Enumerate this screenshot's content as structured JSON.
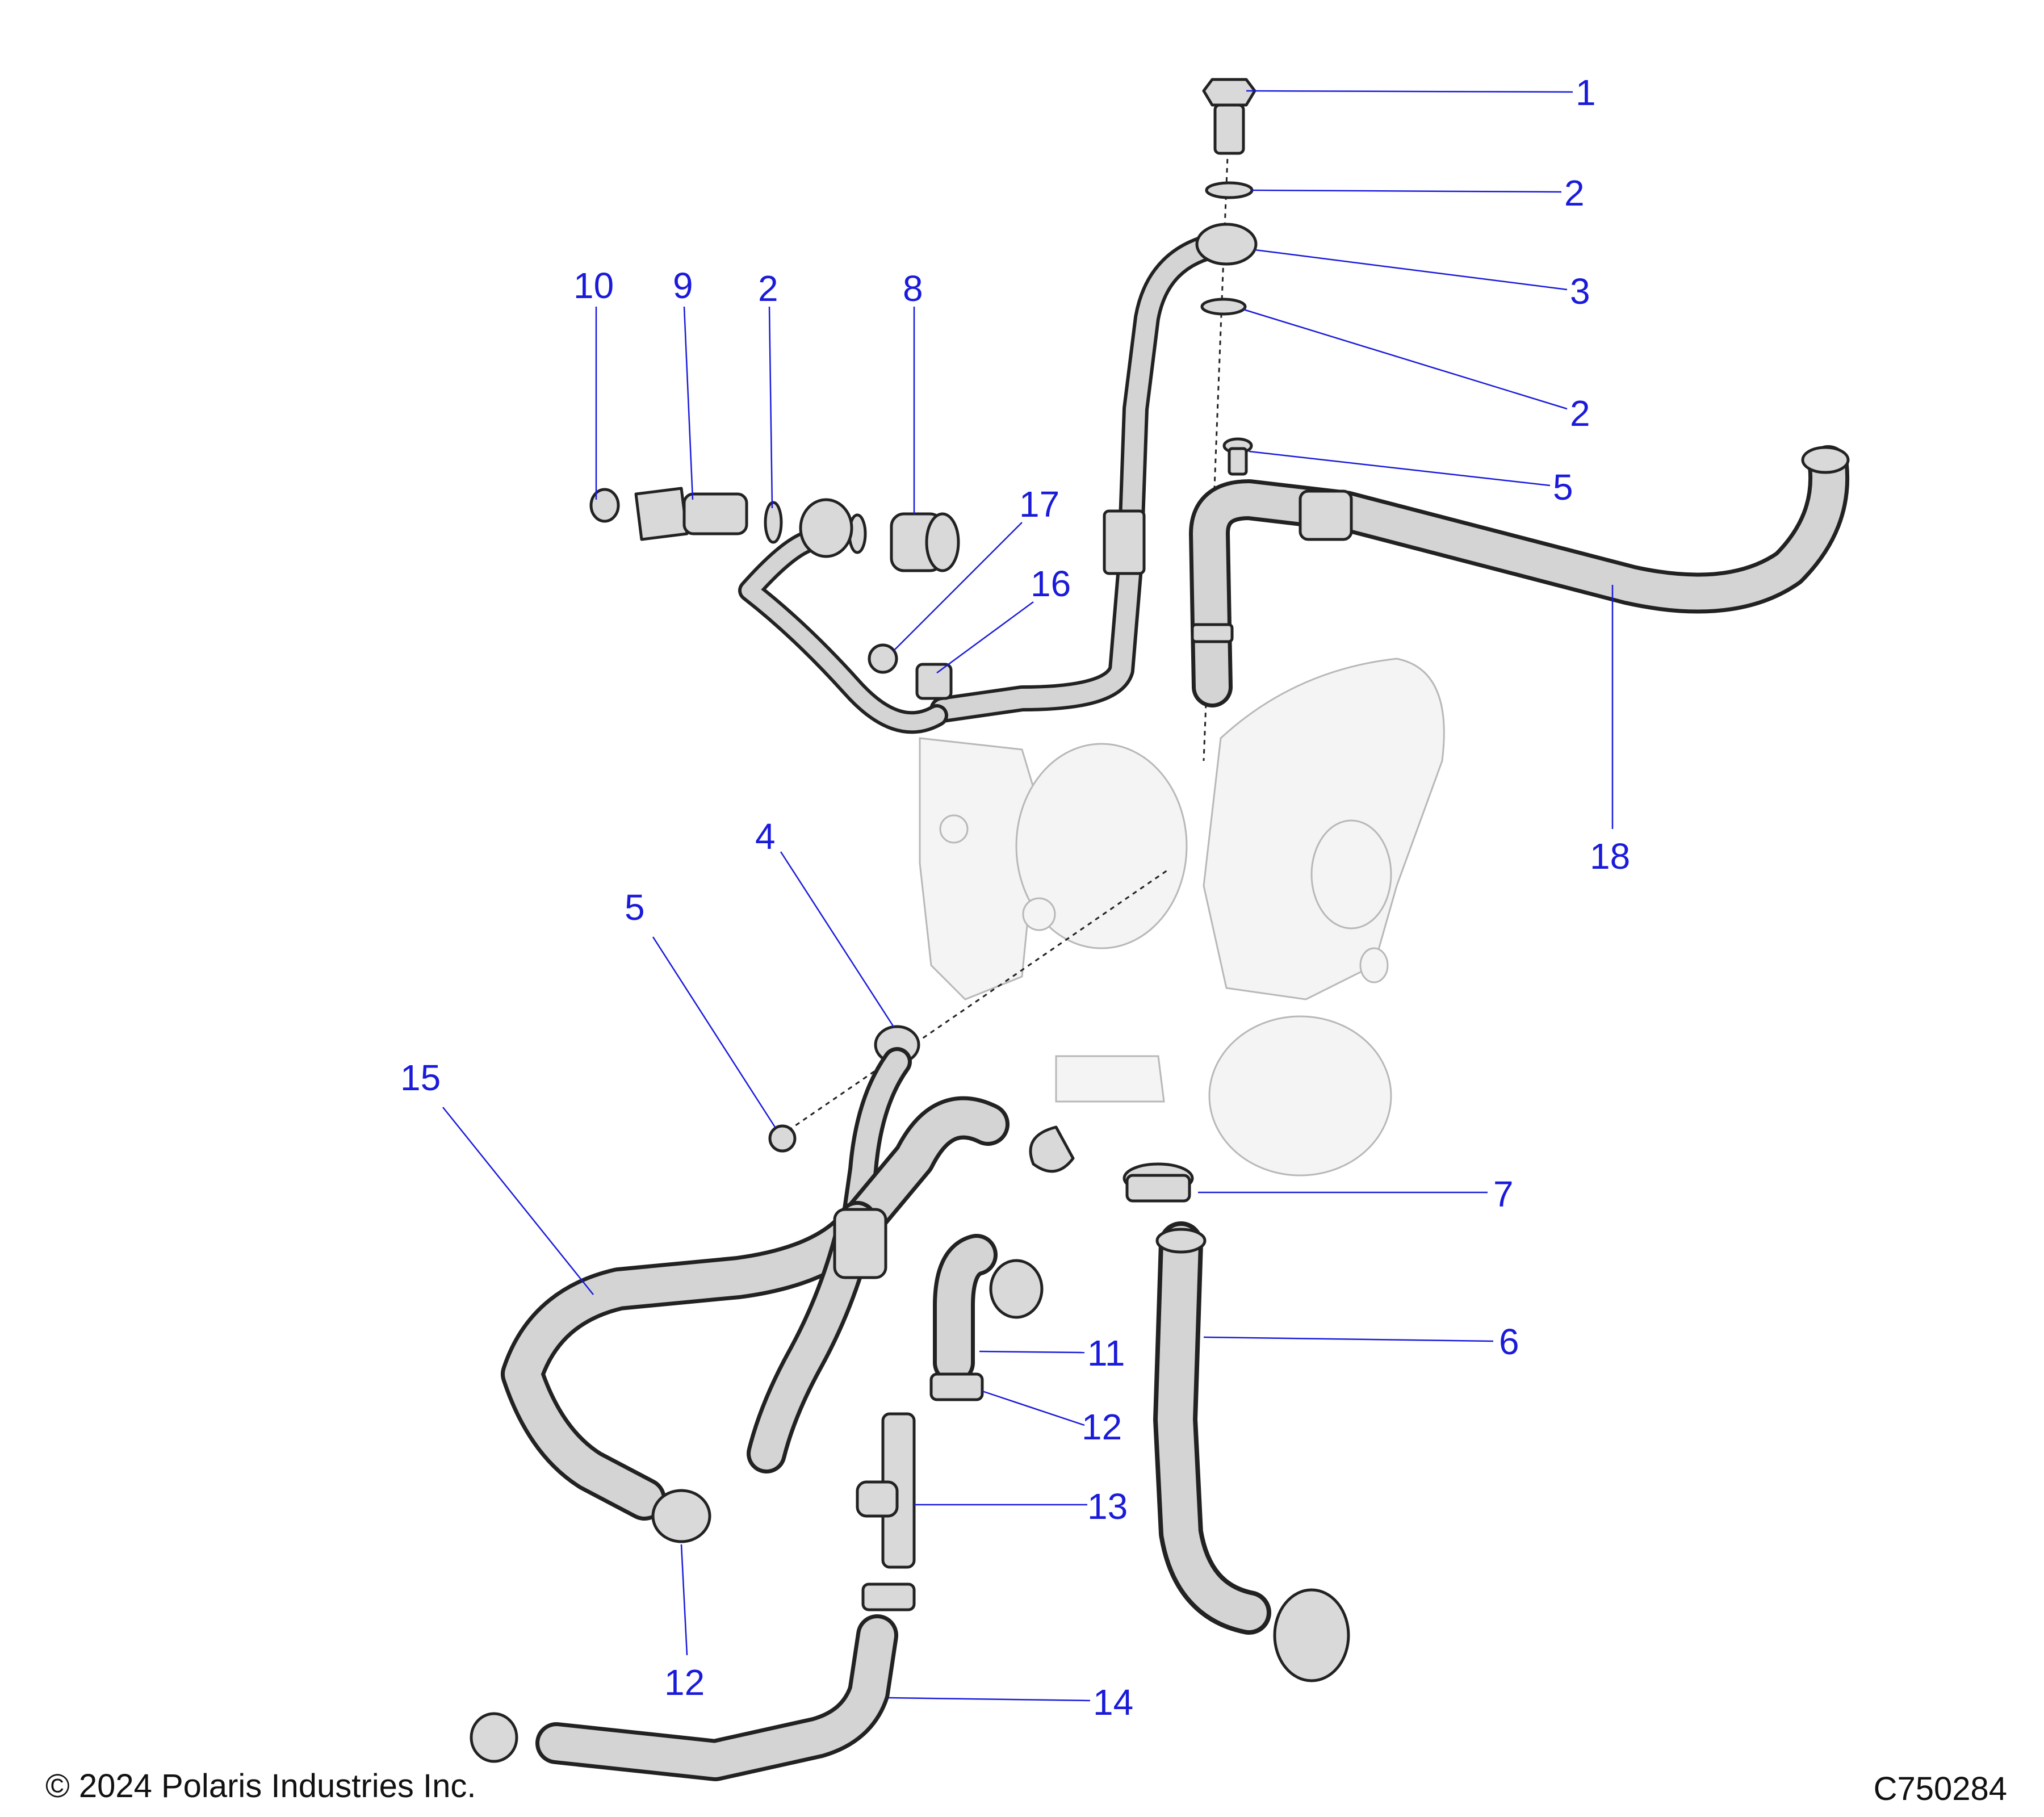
{
  "callouts": [
    {
      "label": "1"
    },
    {
      "label": "2"
    },
    {
      "label": "3"
    },
    {
      "label": "2"
    },
    {
      "label": "5"
    },
    {
      "label": "18"
    },
    {
      "label": "10"
    },
    {
      "label": "9"
    },
    {
      "label": "2"
    },
    {
      "label": "8"
    },
    {
      "label": "17"
    },
    {
      "label": "16"
    },
    {
      "label": "4"
    },
    {
      "label": "5"
    },
    {
      "label": "15"
    },
    {
      "label": "7"
    },
    {
      "label": "6"
    },
    {
      "label": "11"
    },
    {
      "label": "12"
    },
    {
      "label": "13"
    },
    {
      "label": "12"
    },
    {
      "label": "14"
    }
  ],
  "footer": {
    "copyright": "© 2024 Polaris Industries Inc.",
    "figure_id": "C750284"
  }
}
